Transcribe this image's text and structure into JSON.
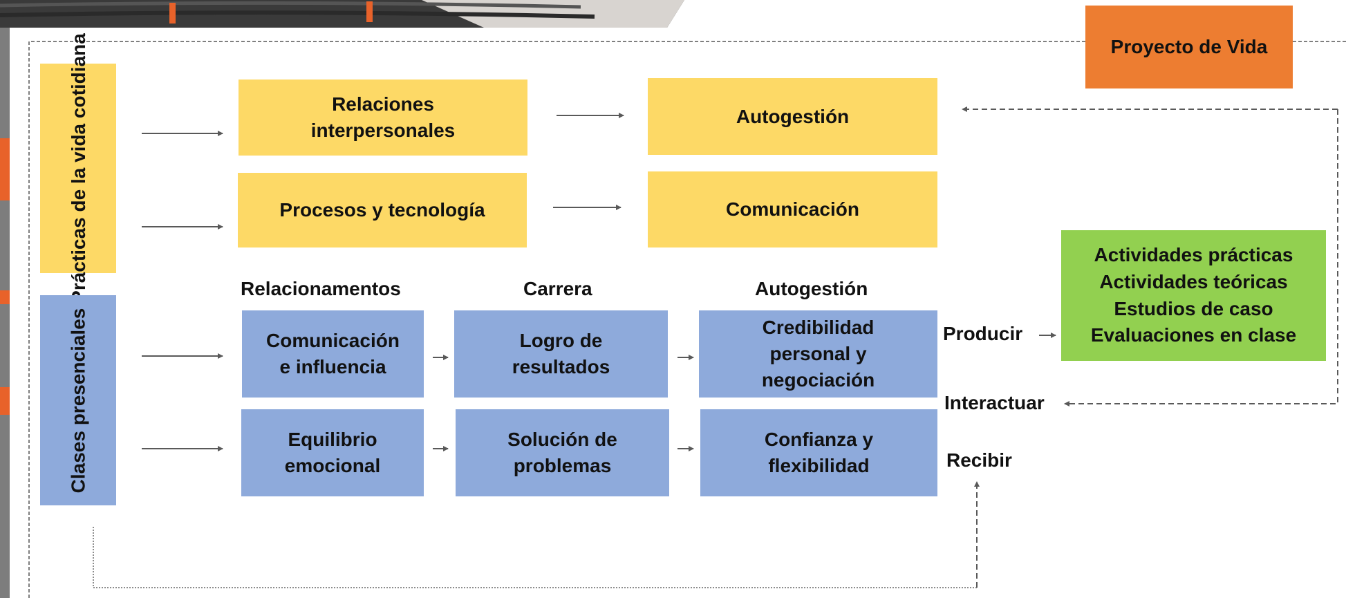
{
  "header": {
    "project_label": "Proyecto de Vida"
  },
  "side_labels": {
    "practicas": "Prácticas de la\nvida cotidiana",
    "clases": "Clases\npresenciales"
  },
  "top_boxes": {
    "relaciones": "Relaciones\ninterpersonales",
    "procesos": "Procesos y tecnología",
    "autogestion": "Autogestión",
    "comunicacion": "Comunicación"
  },
  "column_headers": {
    "relacionamentos": "Relacionamentos",
    "carrera": "Carrera",
    "autogestion": "Autogestión"
  },
  "grid_boxes": {
    "comunicacion_influencia": "Comunicación\ne influencia",
    "logro_resultados": "Logro de\nresultados",
    "credibilidad": "Credibilidad\npersonal y\nnegociación",
    "equilibrio": "Equilibrio\nemocional",
    "solucion": "Solución de\nproblemas",
    "confianza": "Confianza y\nflexibilidad"
  },
  "actions": {
    "producir": "Producir",
    "interactuar": "Interactuar",
    "recibir": "Recibir"
  },
  "activities": [
    "Actividades prácticas",
    "Actividades teóricas",
    "Estudios de caso",
    "Evaluaciones en clase"
  ],
  "colors": {
    "yellow": "#fdd966",
    "blue": "#8eaadb",
    "green": "#92d050",
    "orange": "#ed7d31",
    "arrow": "#595959"
  }
}
